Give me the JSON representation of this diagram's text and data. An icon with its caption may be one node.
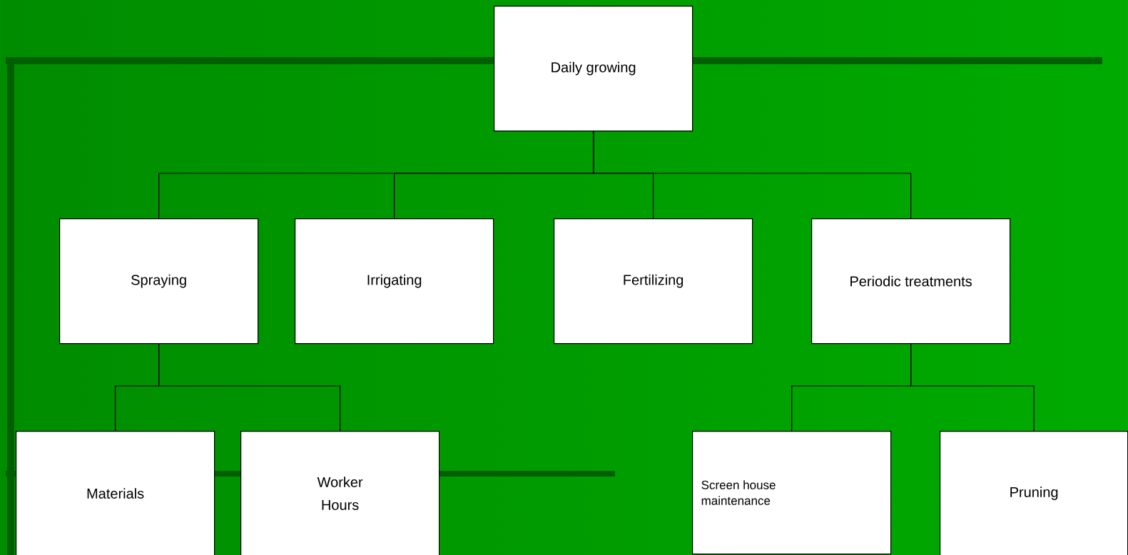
{
  "diagram": {
    "nodes": [
      {
        "text": [
          "Daily growing"
        ]
      },
      {
        "text": [
          "Spraying"
        ]
      },
      {
        "text": [
          "Irrigating"
        ]
      },
      {
        "text": [
          "Fertilizing"
        ]
      },
      {
        "text": [
          "Periodic treatments"
        ]
      },
      {
        "text": [
          "Materials"
        ]
      },
      {
        "text": [
          "Worker Hours"
        ]
      },
      {
        "text": [
          "Screen house maintenance"
        ]
      },
      {
        "text": [
          "Pruning"
        ]
      }
    ],
    "edges": [
      {
        "from": 0,
        "to": 1,
        "arrow": "none"
      },
      {
        "from": 0,
        "to": 2,
        "arrow": "none"
      },
      {
        "from": 0,
        "to": 3,
        "arrow": "none"
      },
      {
        "from": 0,
        "to": 4,
        "arrow": "none"
      },
      {
        "from": 1,
        "to": 5,
        "arrow": "none"
      },
      {
        "from": 1,
        "to": 6,
        "arrow": "none"
      },
      {
        "from": 4,
        "to": 7,
        "arrow": "none"
      },
      {
        "from": 4,
        "to": 8,
        "arrow": "none"
      }
    ]
  }
}
